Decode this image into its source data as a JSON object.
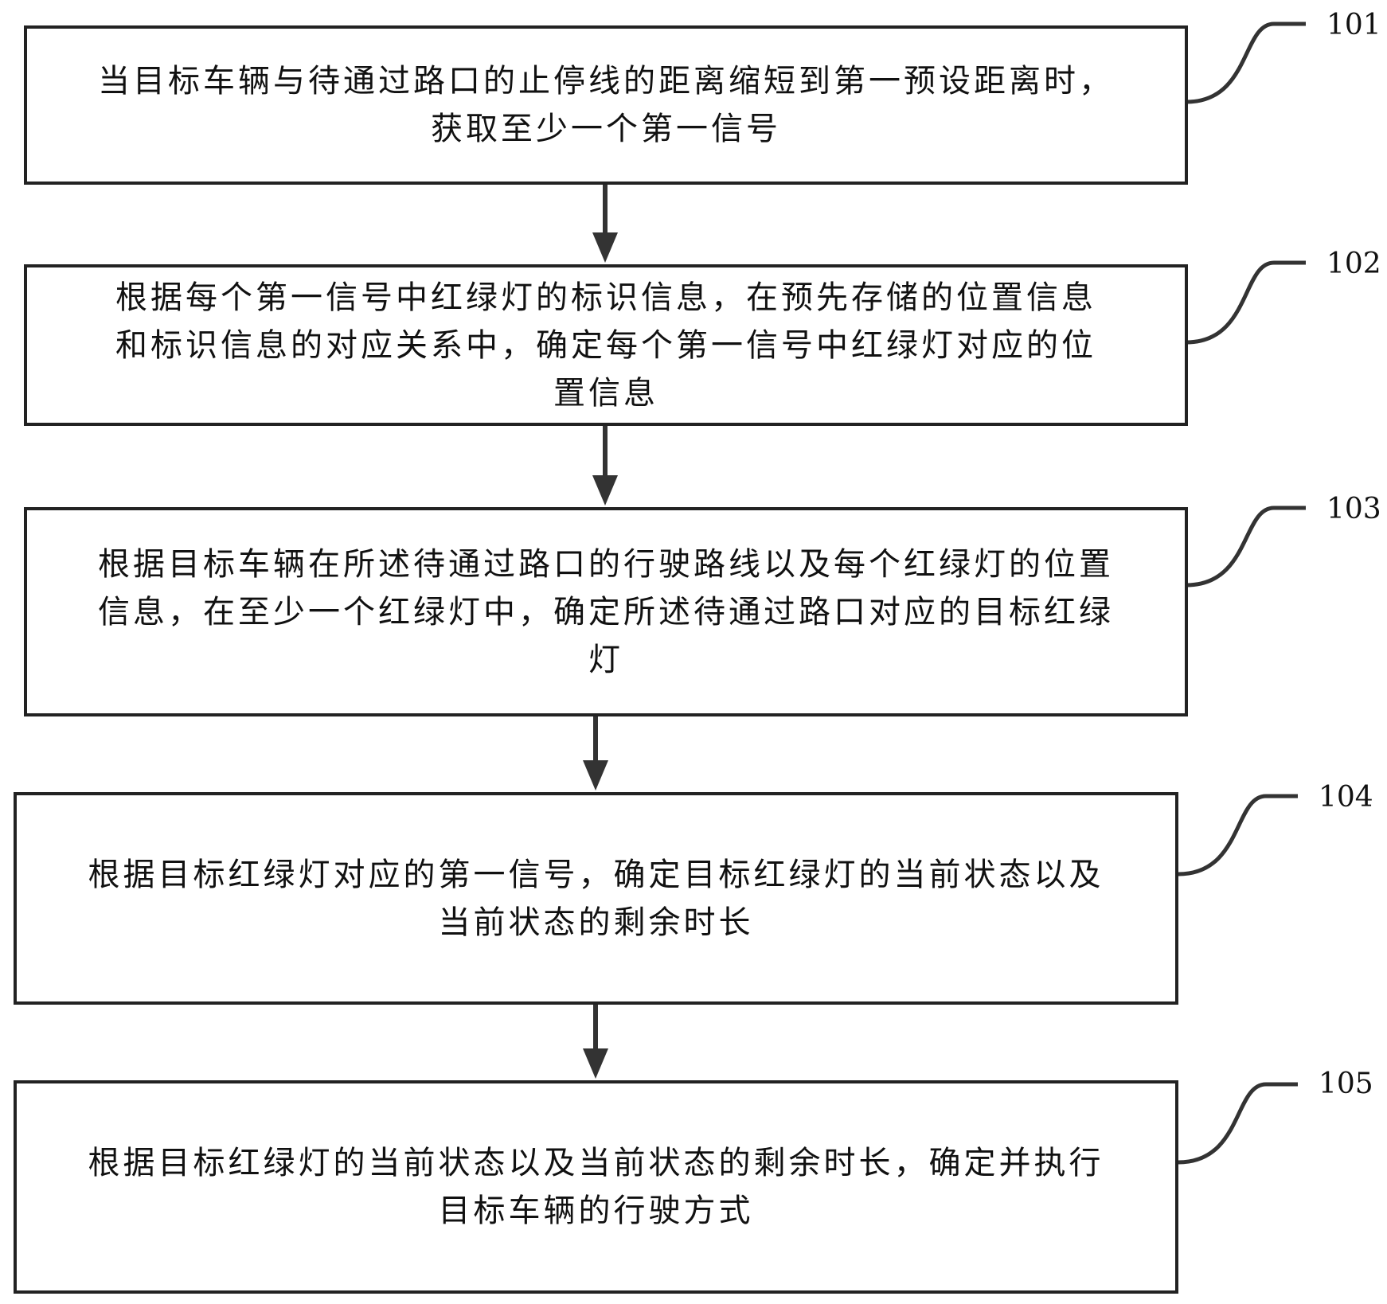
{
  "steps": [
    {
      "id": "101",
      "text": "当目标车辆与待通过路口的止停线的距离缩短到第一预设距离时，\n获取至少一个第一信号"
    },
    {
      "id": "102",
      "text": "根据每个第一信号中红绿灯的标识信息，在预先存储的位置信息\n和标识信息的对应关系中，确定每个第一信号中红绿灯对应的位\n置信息"
    },
    {
      "id": "103",
      "text": "根据目标车辆在所述待通过路口的行驶路线以及每个红绿灯的位置\n信息，在至少一个红绿灯中，确定所述待通过路口对应的目标红绿\n灯"
    },
    {
      "id": "104",
      "text": "根据目标红绿灯对应的第一信号，确定目标红绿灯的当前状态以及\n当前状态的剩余时长"
    },
    {
      "id": "105",
      "text": "根据目标红绿灯的当前状态以及当前状态的剩余时长，确定并执行\n目标车辆的行驶方式"
    }
  ]
}
